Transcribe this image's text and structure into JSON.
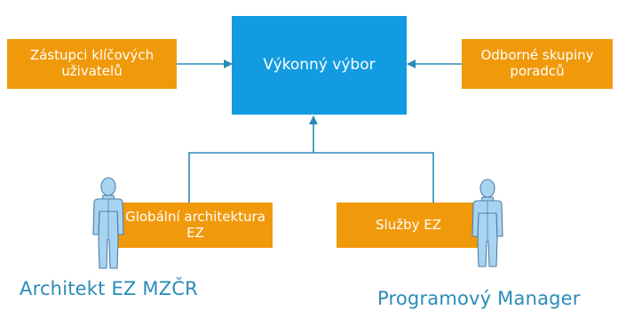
{
  "colors": {
    "orange": "#F0990B",
    "blue": "#129BE0",
    "connector": "#2A8BB8",
    "caption": "#2A8BB8",
    "person_fill": "#A8D4F2",
    "person_stroke": "#4E7FA8"
  },
  "diagram": {
    "center": {
      "label": "Výkonný výbor"
    },
    "left_input": {
      "label": "Zástupci klíčových uživatelů"
    },
    "right_input": {
      "label": "Odborné skupiny poradců"
    },
    "bottom_left": {
      "label": "Globální architektura EZ"
    },
    "bottom_right": {
      "label": "Služby EZ"
    },
    "person_left": {
      "caption": "Architekt EZ MZČR",
      "icon": "person-icon"
    },
    "person_right": {
      "caption": "Programový Manager",
      "icon": "person-icon"
    }
  }
}
